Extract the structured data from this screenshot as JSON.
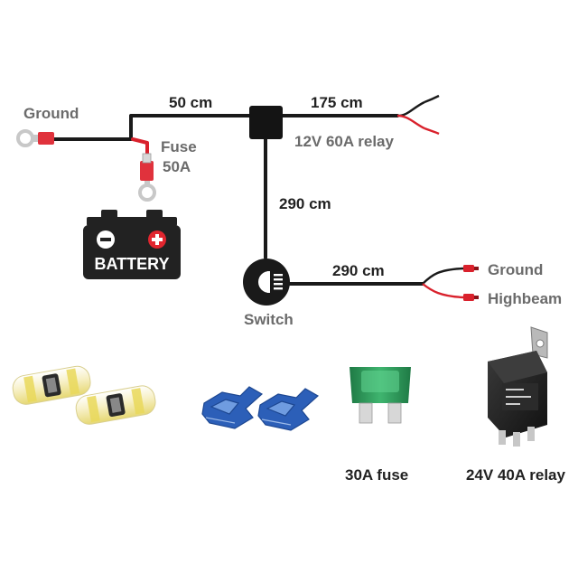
{
  "labels": {
    "ground_left": "Ground",
    "fuse": "Fuse",
    "fuse_rating": "50A",
    "len_battery_relay": "50 cm",
    "len_relay_out": "175 cm",
    "relay": "12V 60A relay",
    "len_relay_switch": "290 cm",
    "switch": "Switch",
    "len_switch_out": "290 cm",
    "ground_right": "Ground",
    "highbeam": "Highbeam",
    "battery": "BATTERY",
    "fuse_30a": "30A fuse",
    "relay_24v": "24V 40A relay"
  },
  "colors": {
    "wire": "#1a1a1a",
    "wire_red": "#d9212c",
    "terminal_red": "#e0323c",
    "battery_body": "#222222",
    "battery_plus": "#e1262f",
    "switch_body": "#1a1a1a",
    "fuse_green": "#2f9d5d",
    "connector_blue": "#2c5fb8",
    "heatshrink_yellow": "#f2e36a"
  },
  "icons": {
    "battery": "car-battery-icon",
    "switch": "headlight-switch-icon",
    "butt_connector": "heat-shrink-butt-connector-icon",
    "tap_connector": "wire-tap-connector-icon",
    "blade_fuse": "blade-fuse-icon",
    "relay_part": "automotive-relay-icon"
  }
}
